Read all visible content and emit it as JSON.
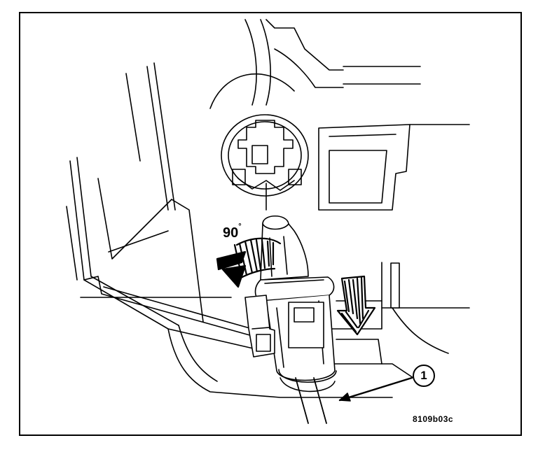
{
  "figure": {
    "rotation_label": "90",
    "rotation_unit": "°",
    "callout": "1",
    "code": "8109b03c"
  },
  "colors": {
    "line": "#000000",
    "background": "#ffffff"
  }
}
